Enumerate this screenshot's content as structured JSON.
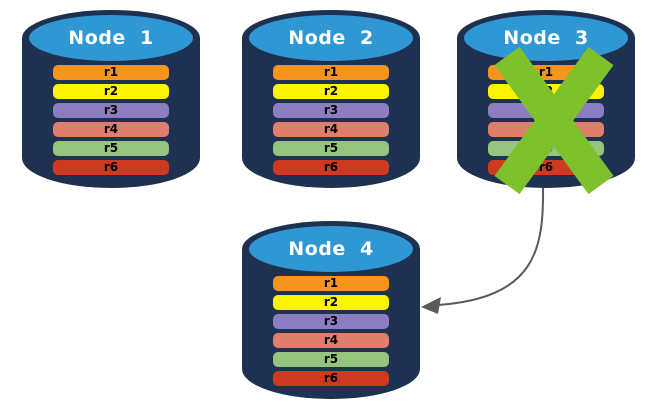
{
  "diagram": {
    "background": "#ffffff",
    "colors": {
      "cylinder_body": "#1f3150",
      "cylinder_top": "#2f97d4",
      "title_text": "#ffffff",
      "row_text": "#000000",
      "failure_x": "#7fc12d",
      "arrow": "#5a5a5a"
    },
    "nodes": [
      {
        "id": "node-1",
        "title": "Node  1",
        "failed": false,
        "rows": [
          {
            "label": "r1",
            "color": "#f7941e"
          },
          {
            "label": "r2",
            "color": "#fdf500"
          },
          {
            "label": "r3",
            "color": "#8c7cc0"
          },
          {
            "label": "r4",
            "color": "#e07e6e"
          },
          {
            "label": "r5",
            "color": "#95c47e"
          },
          {
            "label": "r6",
            "color": "#ce3a1f"
          }
        ]
      },
      {
        "id": "node-2",
        "title": "Node  2",
        "failed": false,
        "rows": [
          {
            "label": "r1",
            "color": "#f7941e"
          },
          {
            "label": "r2",
            "color": "#fdf500"
          },
          {
            "label": "r3",
            "color": "#8c7cc0"
          },
          {
            "label": "r4",
            "color": "#e07e6e"
          },
          {
            "label": "r5",
            "color": "#95c47e"
          },
          {
            "label": "r6",
            "color": "#ce3a1f"
          }
        ]
      },
      {
        "id": "node-3",
        "title": "Node  3",
        "failed": true,
        "rows": [
          {
            "label": "r1",
            "color": "#f7941e"
          },
          {
            "label": "r2",
            "color": "#fdf500"
          },
          {
            "label": "r3",
            "color": "#8c7cc0"
          },
          {
            "label": "r4",
            "color": "#e07e6e"
          },
          {
            "label": "r5",
            "color": "#95c47e"
          },
          {
            "label": "r6",
            "color": "#ce3a1f"
          }
        ]
      },
      {
        "id": "node-4",
        "title": "Node  4",
        "failed": false,
        "rows": [
          {
            "label": "r1",
            "color": "#f7941e"
          },
          {
            "label": "r2",
            "color": "#fdf500"
          },
          {
            "label": "r3",
            "color": "#8c7cc0"
          },
          {
            "label": "r4",
            "color": "#e07e6e"
          },
          {
            "label": "r5",
            "color": "#95c47e"
          },
          {
            "label": "r6",
            "color": "#ce3a1f"
          }
        ]
      }
    ],
    "arrow": {
      "from": "Node 3",
      "to": "Node 4"
    }
  }
}
